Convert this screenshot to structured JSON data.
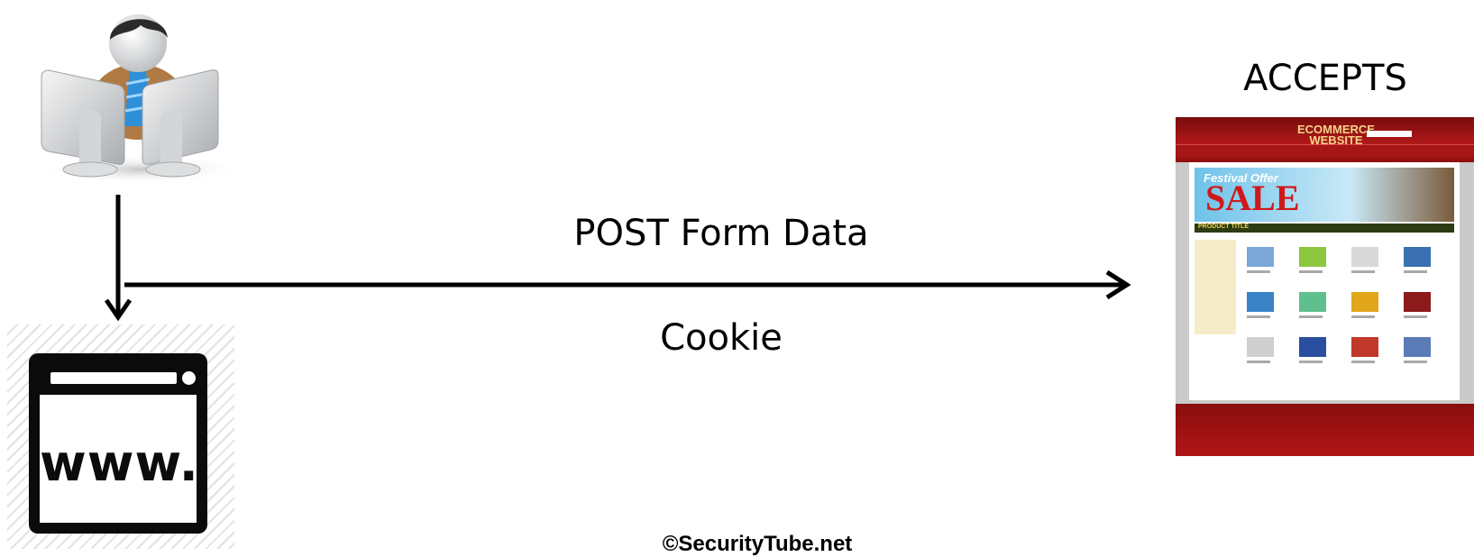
{
  "labels": {
    "post": "POST Form Data",
    "cookie": "Cookie",
    "accepts": "ACCEPTS",
    "copyright": "©SecurityTube.net"
  },
  "browser_icon": {
    "text": "www."
  },
  "website": {
    "logo_line1": "ECOMMERCE",
    "logo_line2": "WEBSITE",
    "banner_top": "Festival Offer",
    "banner_sale": "SALE",
    "bar_title": "PRODUCT TITLE"
  },
  "colors": {
    "arrow": "#000000",
    "site_red": "#b21919",
    "sale_red": "#d01818"
  }
}
